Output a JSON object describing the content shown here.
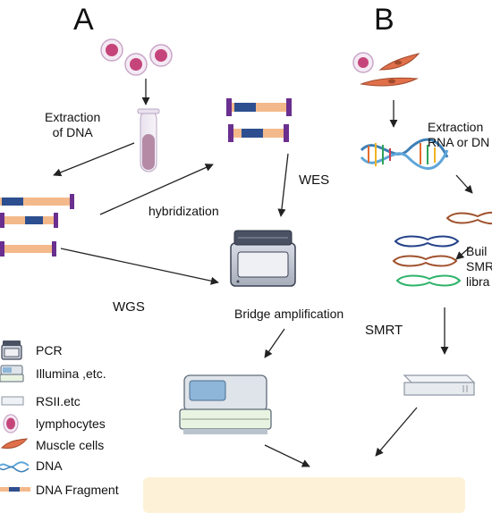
{
  "panels": {
    "a": "A",
    "b": "B"
  },
  "labels": {
    "extraction_dna": "Extraction\nof DNA",
    "extraction_rna": "Extraction\nRNA or DN",
    "hybridization": "hybridization",
    "wes": "WES",
    "wgs": "WGS",
    "bridge_amplification": "Bridge amplification",
    "smrt": "SMRT",
    "build_library": "Buil\nSMR\nlibra"
  },
  "legend": {
    "pcr": "PCR",
    "illumina": "Illumina ,etc.",
    "rsii": "RSII.etc",
    "lymphocytes": "lymphocytes",
    "muscle_cells": "Muscle cells",
    "dna": "DNA",
    "dna_fragment": "DNA Fragment"
  },
  "colors": {
    "arrow": "#222222",
    "cell_outer": "#c9a6c8",
    "cell_inner": "#c5457a",
    "muscle": "#e0704a",
    "fragment": "#f4b98a",
    "fragment_blue": "#2d4f8f",
    "fragment_end": "#6a2f8f",
    "tube": "#b48aa4",
    "summary_bg": "#fdf2d8"
  }
}
